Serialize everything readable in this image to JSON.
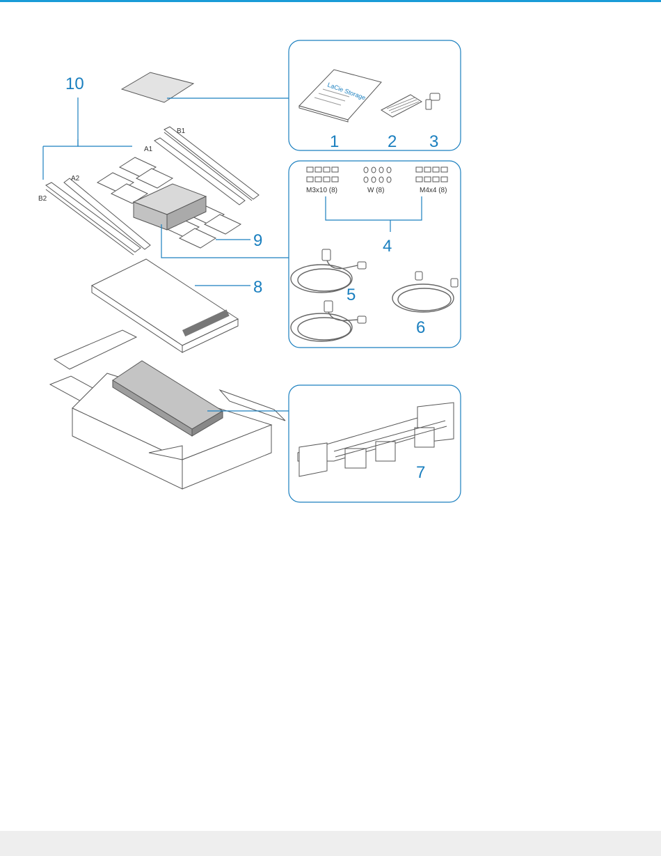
{
  "colors": {
    "accent": "#1a9bd7",
    "callout": "#1a7fbf",
    "footer": "#eeeeee"
  },
  "callouts": {
    "c1": "1",
    "c2": "2",
    "c3": "3",
    "c4": "4",
    "c5": "5",
    "c6": "6",
    "c7": "7",
    "c8": "8",
    "c9": "9",
    "c10": "10"
  },
  "rail_labels": {
    "a1": "A1",
    "a2": "A2",
    "b1": "B1",
    "b2": "B2"
  },
  "screw_labels": {
    "m3": "M3x10 (8)",
    "w": "W (8)",
    "m4": "M4x4 (8)"
  },
  "manual_title": "LaCie Storage"
}
